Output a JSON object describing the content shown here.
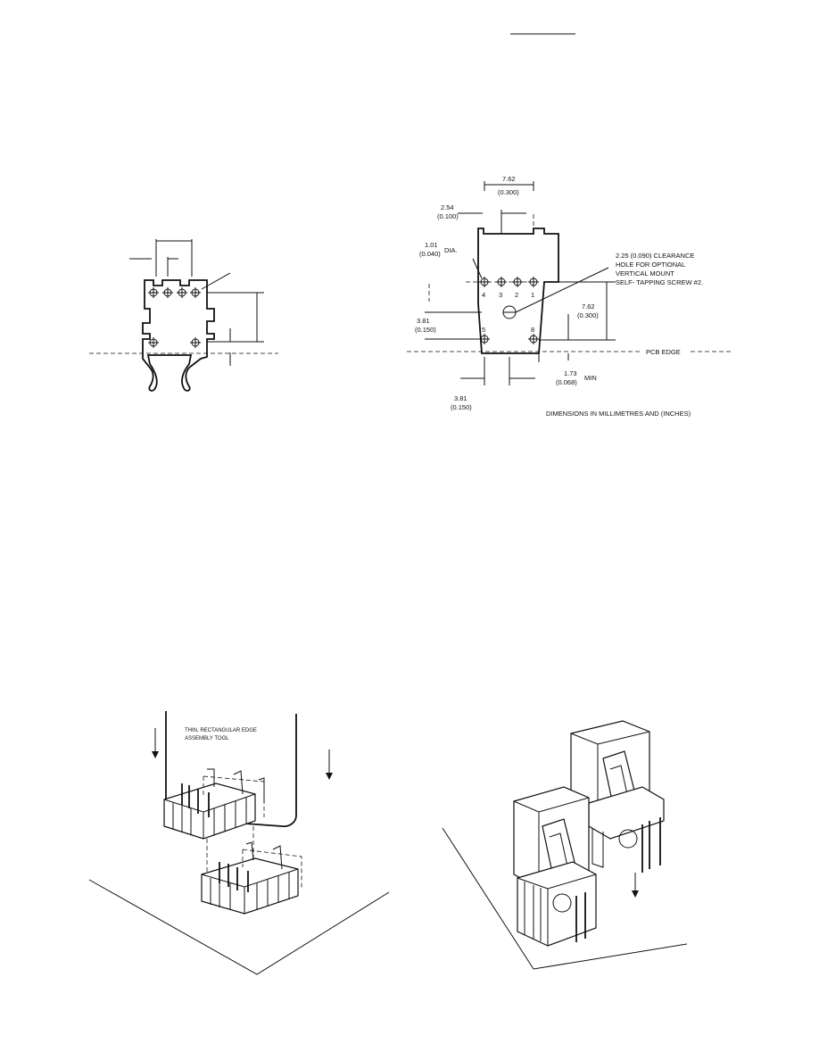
{
  "right_drawing": {
    "dim_762_top": "7.62",
    "dim_762_top_in": "(0.300)",
    "dim_254": "2.54",
    "dim_254_in": "(0.100)",
    "dim_101": "1.01",
    "dim_101_in": "(0.040)",
    "dia": "DIA.",
    "note_line1": "2.25 (0.090) CLEARANCE",
    "note_line2": "HOLE FOR OPTIONAL",
    "note_line3": "VERTICAL MOUNT",
    "note_line4": "SELF- TAPPING SCREW #2.",
    "pins": [
      "4",
      "3",
      "2",
      "1"
    ],
    "pin5": "5",
    "pin8": "8",
    "dim_762_side": "7.62",
    "dim_762_side_in": "(0.300)",
    "dim_381_left": "3.81",
    "dim_381_left_in": "(0.150)",
    "pcb_edge": "PCB EDGE",
    "dim_173": "1.73",
    "dim_173_in": "(0.068)",
    "min": "MIN",
    "dim_381_bottom": "3.81",
    "dim_381_bottom_in": "(0.150)",
    "units_note": "DIMENSIONS IN MILLIMETRES AND (INCHES)"
  },
  "assembly_left": {
    "tool_line1": "THIN, RECTANGULAR EDGE",
    "tool_line2": "ASSEMBLY TOOL"
  }
}
